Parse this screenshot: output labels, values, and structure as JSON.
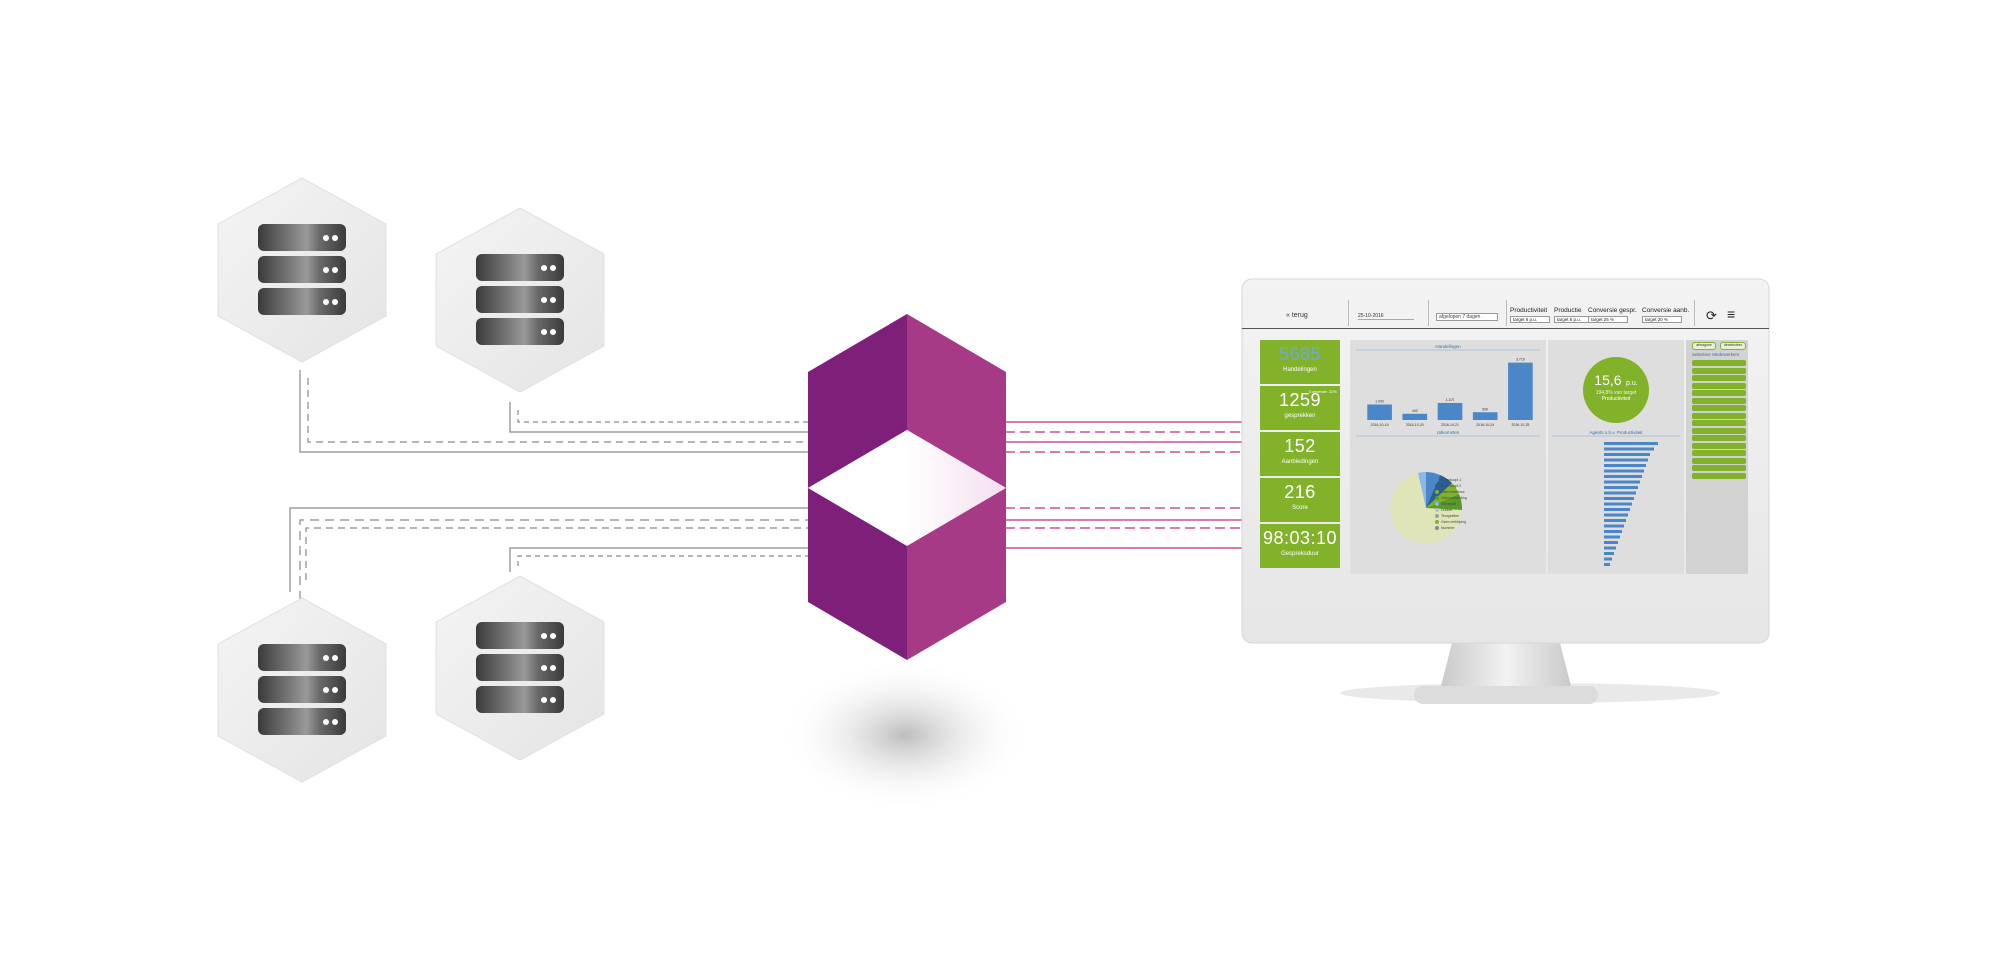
{
  "colors": {
    "accent_purple": "#7e1f7a",
    "accent_purple_light": "#a63a86",
    "kpi_green": "#82b12a",
    "bar_blue": "#4a86c8",
    "connector_pink": "#c0307a"
  },
  "icons": {
    "server": "server-icon",
    "hub": "hexagon-cube-logo",
    "monitor": "desktop-monitor-icon",
    "refresh": "refresh-icon",
    "menu": "hamburger-menu-icon"
  },
  "dashboard": {
    "back_label": "« terug",
    "date": "25-10-2016",
    "period": "afgelopen 7 dagen",
    "filters": [
      {
        "label": "Productiviteit",
        "option": "target 6 p.u."
      },
      {
        "label": "Productie",
        "option": "target 6 p.u."
      },
      {
        "label": "Conversie gespr.",
        "option": "target 25 %"
      },
      {
        "label": "Conversie aanb.",
        "option": "target 20 %"
      }
    ],
    "kpis": [
      {
        "value": "5685",
        "label": "Handelingen",
        "sub": ""
      },
      {
        "value": "1259",
        "label": "gesprekken",
        "sub": "Conversie: 22%"
      },
      {
        "value": "152",
        "label": "Aanbiedingen",
        "sub": ""
      },
      {
        "value": "216",
        "label": "Score",
        "sub": ""
      },
      {
        "value": "98:03:10",
        "label": "Gespreksduur",
        "sub": ""
      }
    ],
    "bar_panel_title": "Handelingen",
    "pie_panel_title": "Uitkomsten",
    "gauge": {
      "value": "15,6",
      "unit": "p.u.",
      "line1": "194,8% van target",
      "line2": "Productiviteit"
    },
    "agents_panel_title": "Agents o.b.v. Productiviteit",
    "sidebar": {
      "pill_a": "afmagorie",
      "pill_b": "deselecteer",
      "title": "Selecteer Medewerkers"
    },
    "pie_legend": [
      "In verkoopt 1",
      "In verkoopt 2",
      "Geen interesse",
      "Geen verbinding",
      "Voicemail",
      "Dubbel",
      "Terugbellen",
      "Geen verblijving",
      "Nummer"
    ]
  },
  "chart_data": {
    "type": "bar",
    "title": "Handelingen",
    "categories": [
      "2016-10-19",
      "2016-10-20",
      "2016-10-21",
      "2016-10-24",
      "2016-10-25"
    ],
    "values": [
      1000,
      400,
      1100,
      500,
      3700
    ],
    "value_labels": [
      "1.000",
      "400",
      "1.107",
      "500",
      "3.710"
    ]
  }
}
